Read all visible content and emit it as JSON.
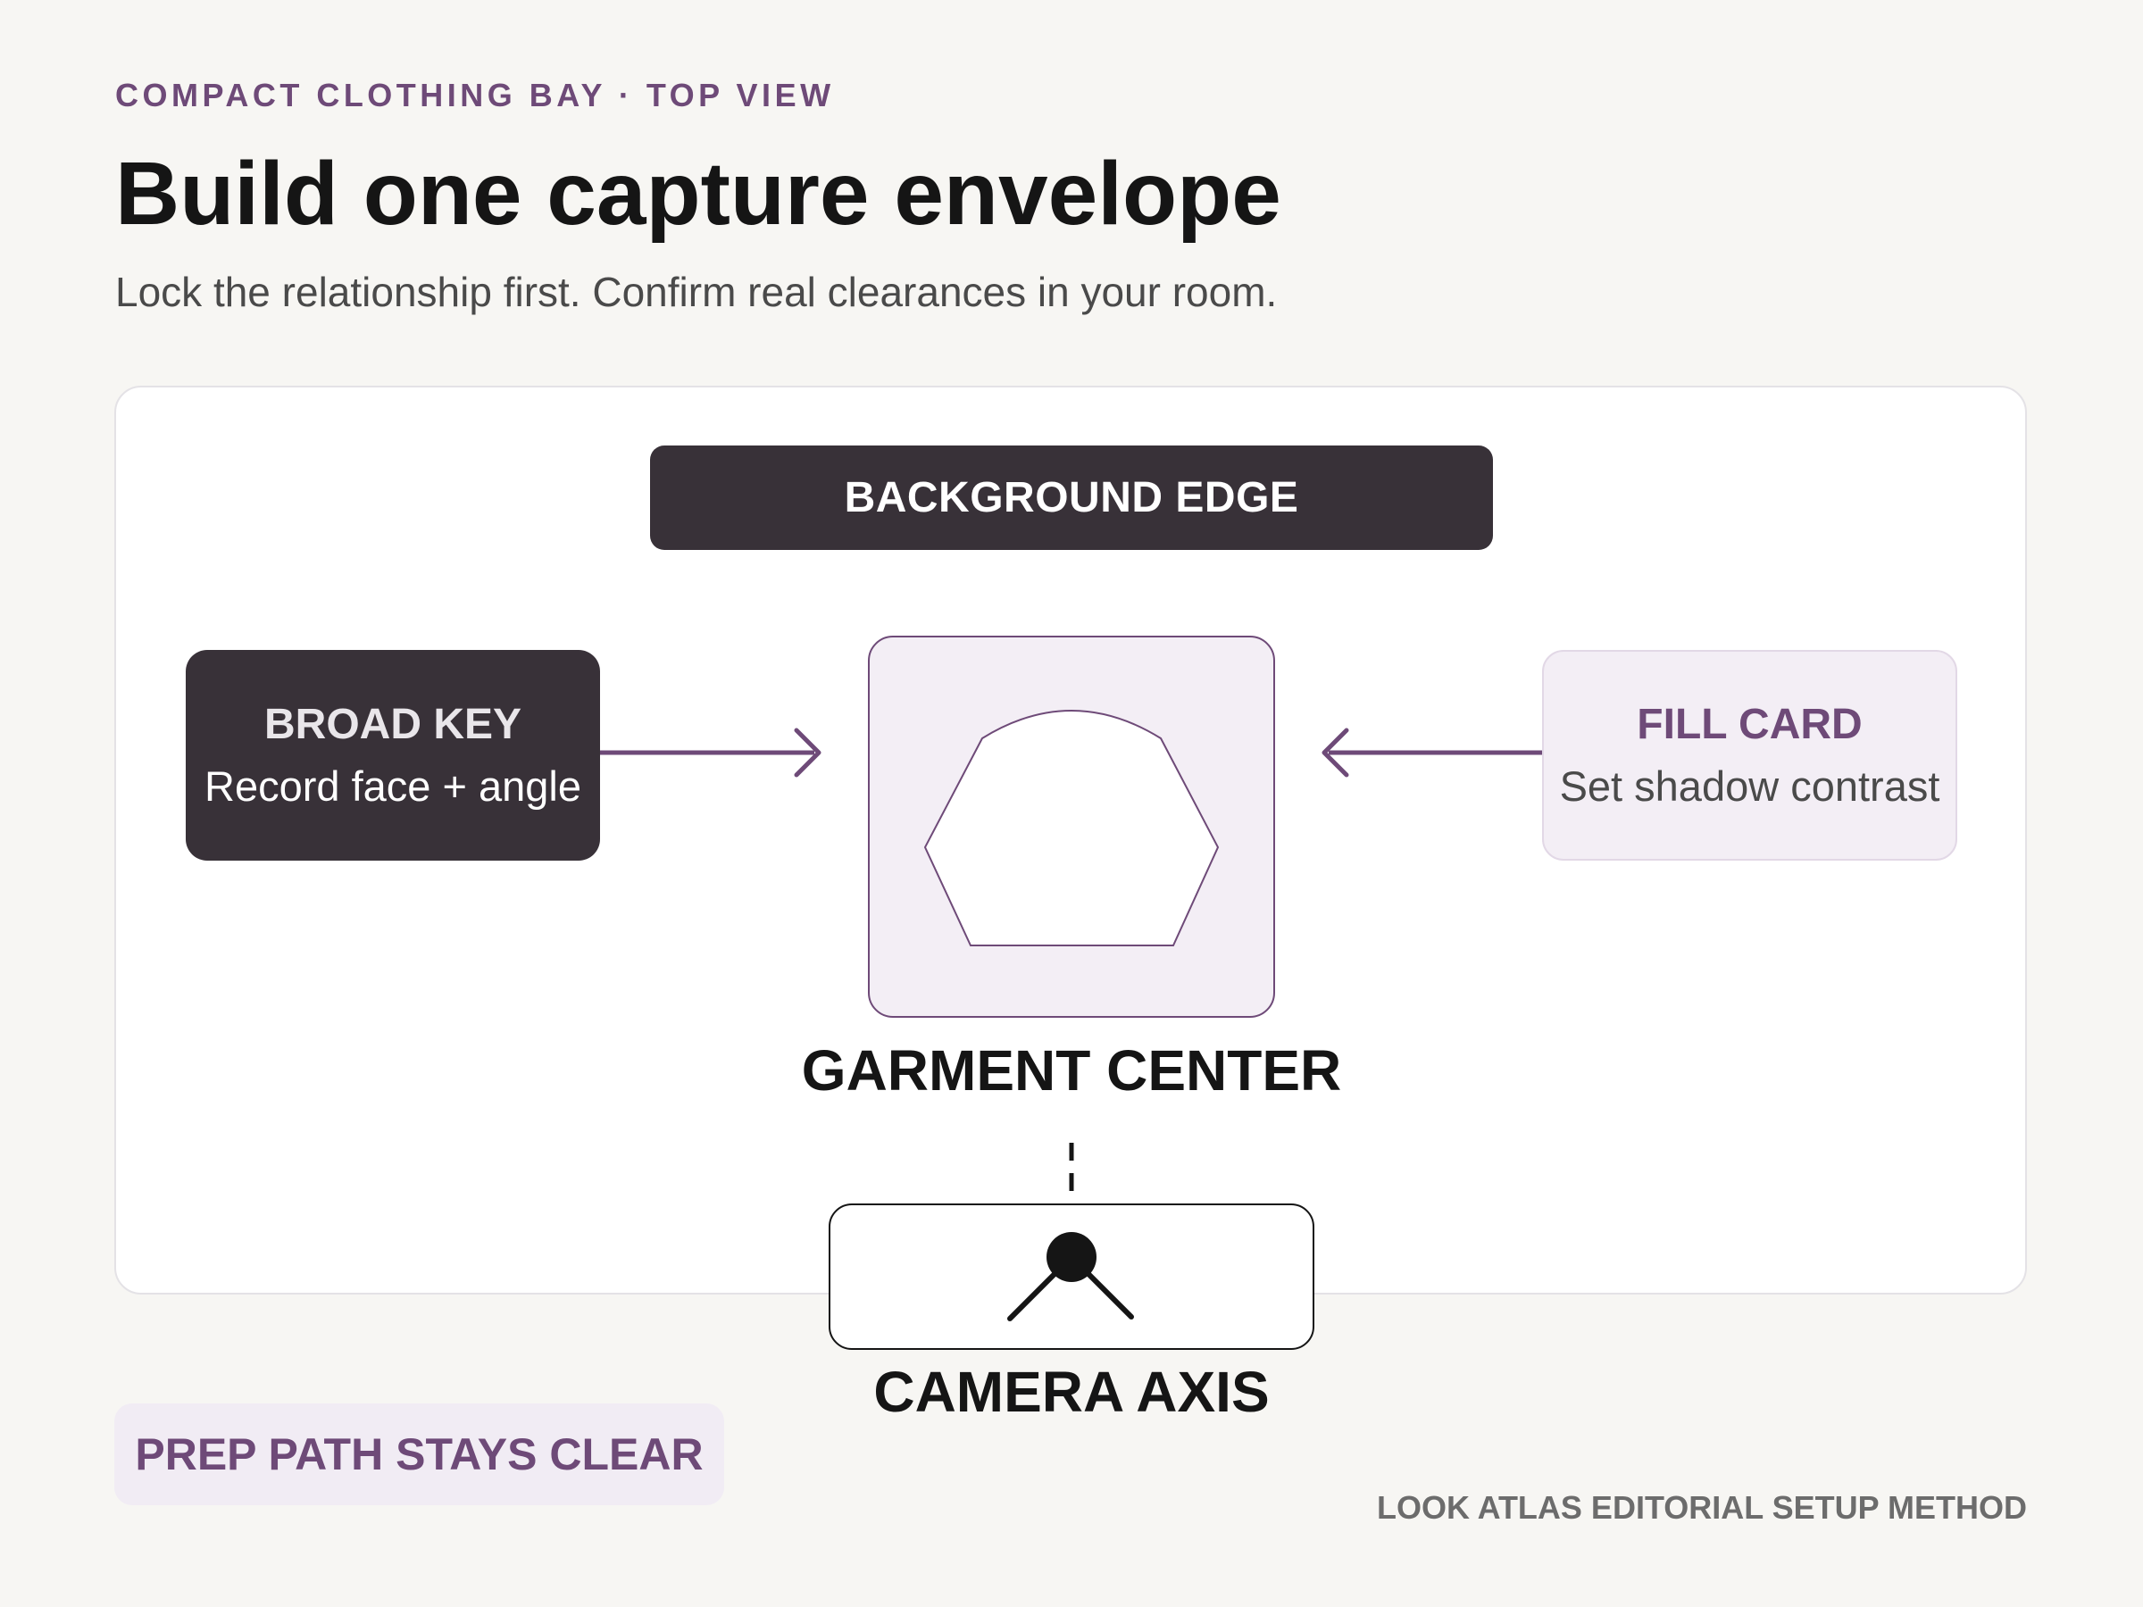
{
  "header": {
    "eyebrow": "COMPACT CLOTHING BAY · TOP VIEW",
    "title": "Build one capture envelope",
    "subtitle": "Lock the relationship first. Confirm real clearances in your room."
  },
  "diagram": {
    "background_edge": "BACKGROUND EDGE",
    "broad_key": {
      "title": "BROAD KEY",
      "subtitle": "Record face + angle"
    },
    "fill_card": {
      "title": "FILL CARD",
      "subtitle": "Set shadow contrast"
    },
    "garment_center": "GARMENT CENTER",
    "camera_axis": "CAMERA AXIS"
  },
  "badge": "PREP PATH STAYS CLEAR",
  "footer": "LOOK ATLAS EDITORIAL SETUP METHOD",
  "colors": {
    "accent": "#6e4a78",
    "dark": "#383138",
    "tint": "#f3eef5",
    "page_bg": "#f7f6f3"
  },
  "icons": {
    "garment": "garment-shape-icon",
    "camera": "camera-icon",
    "arrows": "arrow-right-icon, arrow-left-icon"
  }
}
